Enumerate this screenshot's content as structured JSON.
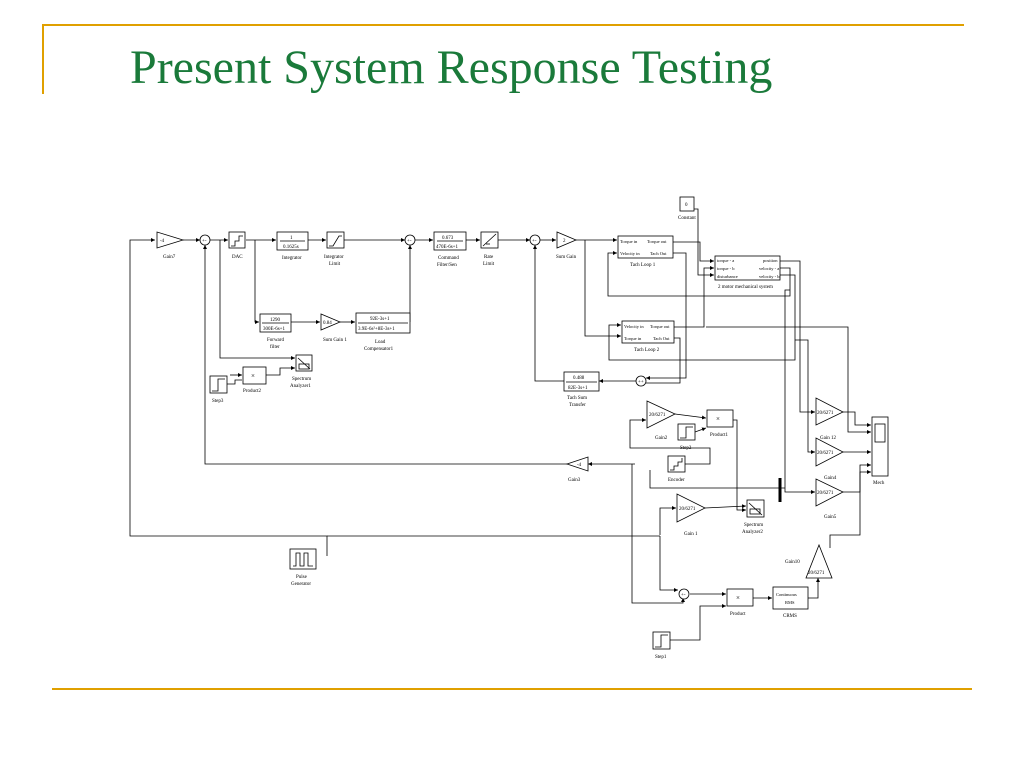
{
  "slide": {
    "title": "Present System Response Testing"
  },
  "blocks": {
    "gain7": {
      "value": "-4",
      "label": "Gain7"
    },
    "dac": {
      "label": "DAC"
    },
    "integrator": {
      "num": "1",
      "den": "0.1625s",
      "label": "Integrator"
    },
    "integrator_limit": {
      "label1": "Integrator",
      "label2": "Limit"
    },
    "forward_filter": {
      "num": "1290",
      "den": "300E-6s+1",
      "label1": "Forward",
      "label2": "filter"
    },
    "sum_gain1": {
      "value": "0.84",
      "label": "Sum Gain 1"
    },
    "load_comp": {
      "num": "92E-3s+1",
      "den": "3.9E-6s²+8E-3s+1",
      "label1": "Load",
      "label2": "Compensator1"
    },
    "command_filter": {
      "num": "0.673",
      "den": "470E-6s+1",
      "label1": "Command",
      "label2": "Filter/Sen"
    },
    "rate_limit": {
      "label1": "Rate",
      "label2": "Limit"
    },
    "sum_gain": {
      "value": "2",
      "label": "Sum Gain"
    },
    "tach_loop1": {
      "in1": "Torque in",
      "in2": "Velocity in",
      "out1": "Torque out",
      "out2": "Tach Out",
      "label": "Tach Loop 1"
    },
    "constant": {
      "value": "0",
      "label": "Constant"
    },
    "mech": {
      "in1": "torque - a",
      "in2": "torque - b",
      "in3": "disturbance",
      "out1": "position",
      "out2": "velocity - a",
      "out3": "velocity - b",
      "label": "2 motor mechanical system"
    },
    "tach_loop2": {
      "in1": "Velocity in",
      "in2": "Torque in",
      "out1": "Torque out",
      "out2": "Tach Out",
      "label": "Tach Loop 2"
    },
    "tach_sum": {
      "num": "0.488",
      "den": "82E-3s+1",
      "label1": "Tach Sum",
      "label2": "Transfer"
    },
    "product2": {
      "label": "Product2"
    },
    "step3": {
      "label": "Step3"
    },
    "spectrum1": {
      "label1": "Spectrum",
      "label2": "Analyzer1"
    },
    "gain2": {
      "value": "20/6271",
      "label": "Gain2"
    },
    "product1": {
      "label": "Product1"
    },
    "step2": {
      "label": "Step2"
    },
    "gain3": {
      "value": "-4",
      "label": "Gain3"
    },
    "encoder": {
      "label": "Encoder"
    },
    "gain1": {
      "value": "20/6271",
      "label": "Gain 1"
    },
    "spectrum2": {
      "label1": "Spectrum",
      "label2": "Analyzer2"
    },
    "gain12": {
      "value": "20/6271",
      "label": "Gain 12"
    },
    "gain4": {
      "value": "20/6271",
      "label": "Gain4"
    },
    "gain5": {
      "value": "20/6271",
      "label": "Gain5"
    },
    "mech_scope": {
      "label": "Mech"
    },
    "pulse_gen": {
      "label1": "Pulse",
      "label2": "Generator"
    },
    "gain10": {
      "value": "20/6271",
      "label": "Gain10"
    },
    "product": {
      "label": "Product"
    },
    "rms": {
      "line1": "Continuous",
      "line2": "RMS",
      "label": "CRMS"
    },
    "step1": {
      "label": "Step1"
    },
    "times_glyph": "×"
  }
}
